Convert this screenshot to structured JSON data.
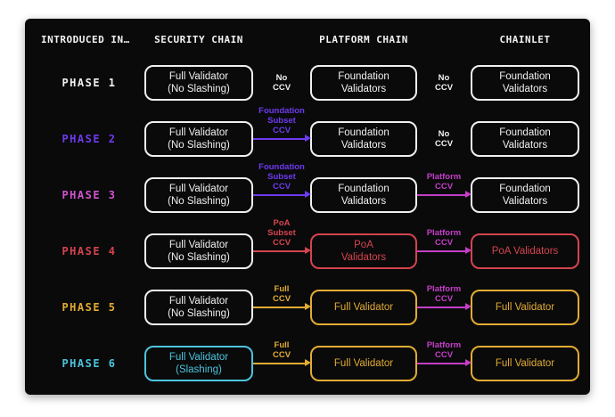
{
  "panel": {
    "header": {
      "col_introduced": "INTRODUCED IN…",
      "col_security": "SECURITY CHAIN",
      "col_platform": "PLATFORM CHAIN",
      "col_chainlet": "CHAINLET"
    },
    "colors": {
      "white": "#f0f0f0",
      "purple": "#6e3aee",
      "pink": "#d053cd",
      "magenta": "#c43ec8",
      "red": "#d4444e",
      "gold": "#e2ab33",
      "cyan": "#4cc4de",
      "panel_bg": "#0a0a0b",
      "page_bg": "#ffffff"
    },
    "rows": [
      {
        "phase": "PHASE 1",
        "phase_color": "white",
        "security_box": {
          "lines": [
            "Full Validator",
            "(No Slashing)"
          ],
          "color": "white"
        },
        "link1": {
          "label_lines": [
            "No",
            "CCV"
          ],
          "color": "white",
          "arrow": false
        },
        "platform_box": {
          "lines": [
            "Foundation",
            "Validators"
          ],
          "color": "white"
        },
        "link2": {
          "label_lines": [
            "No",
            "CCV"
          ],
          "color": "white",
          "arrow": false
        },
        "chainlet_box": {
          "lines": [
            "Foundation",
            "Validators"
          ],
          "color": "white"
        }
      },
      {
        "phase": "PHASE 2",
        "phase_color": "purple",
        "security_box": {
          "lines": [
            "Full Validator",
            "(No Slashing)"
          ],
          "color": "white"
        },
        "link1": {
          "label_lines": [
            "Foundation",
            "Subset",
            "CCV"
          ],
          "color": "purple",
          "arrow": true
        },
        "platform_box": {
          "lines": [
            "Foundation",
            "Validators"
          ],
          "color": "white"
        },
        "link2": {
          "label_lines": [
            "No",
            "CCV"
          ],
          "color": "white",
          "arrow": false
        },
        "chainlet_box": {
          "lines": [
            "Foundation",
            "Validators"
          ],
          "color": "white"
        }
      },
      {
        "phase": "PHASE 3",
        "phase_color": "pink",
        "security_box": {
          "lines": [
            "Full Validator",
            "(No Slashing)"
          ],
          "color": "white"
        },
        "link1": {
          "label_lines": [
            "Foundation",
            "Subset",
            "CCV"
          ],
          "color": "purple",
          "arrow": true
        },
        "platform_box": {
          "lines": [
            "Foundation",
            "Validators"
          ],
          "color": "white"
        },
        "link2": {
          "label_lines": [
            "Platform",
            "CCV"
          ],
          "color": "magenta",
          "arrow": true
        },
        "chainlet_box": {
          "lines": [
            "Foundation",
            "Validators"
          ],
          "color": "white"
        }
      },
      {
        "phase": "PHASE 4",
        "phase_color": "red",
        "security_box": {
          "lines": [
            "Full Validator",
            "(No Slashing)"
          ],
          "color": "white"
        },
        "link1": {
          "label_lines": [
            "PoA",
            "Subset",
            "CCV"
          ],
          "color": "red",
          "arrow": true
        },
        "platform_box": {
          "lines": [
            "PoA",
            "Validators"
          ],
          "color": "red"
        },
        "link2": {
          "label_lines": [
            "Platform",
            "CCV"
          ],
          "color": "magenta",
          "arrow": true
        },
        "chainlet_box": {
          "lines": [
            "PoA Validators"
          ],
          "color": "red"
        }
      },
      {
        "phase": "PHASE 5",
        "phase_color": "gold",
        "security_box": {
          "lines": [
            "Full Validator",
            "(No Slashing)"
          ],
          "color": "white"
        },
        "link1": {
          "label_lines": [
            "Full",
            "CCV"
          ],
          "color": "gold",
          "arrow": true
        },
        "platform_box": {
          "lines": [
            "Full Validator"
          ],
          "color": "gold"
        },
        "link2": {
          "label_lines": [
            "Platform",
            "CCV"
          ],
          "color": "magenta",
          "arrow": true
        },
        "chainlet_box": {
          "lines": [
            "Full Validator"
          ],
          "color": "gold"
        }
      },
      {
        "phase": "PHASE 6",
        "phase_color": "cyan",
        "security_box": {
          "lines": [
            "Full Validator",
            "(Slashing)"
          ],
          "color": "cyan"
        },
        "link1": {
          "label_lines": [
            "Full",
            "CCV"
          ],
          "color": "gold",
          "arrow": true
        },
        "platform_box": {
          "lines": [
            "Full Validator"
          ],
          "color": "gold"
        },
        "link2": {
          "label_lines": [
            "Platform",
            "CCV"
          ],
          "color": "magenta",
          "arrow": true
        },
        "chainlet_box": {
          "lines": [
            "Full Validator"
          ],
          "color": "gold"
        }
      }
    ]
  }
}
